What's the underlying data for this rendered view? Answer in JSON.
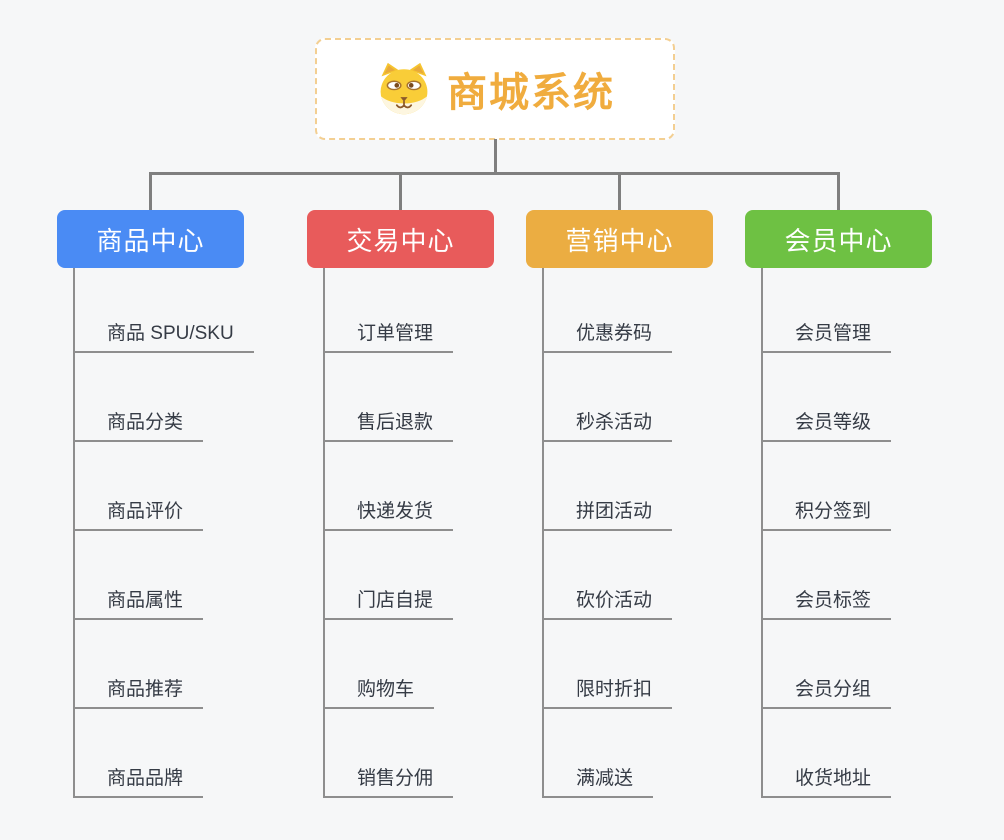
{
  "page": {
    "background_color": "#f6f7f8",
    "connector_color": "#7f7f7f",
    "line_color": "#8e8e8e"
  },
  "root": {
    "title": "商城系统",
    "icon": "dog-face-icon",
    "text_color": "#f0ac3e",
    "border_color": "#f3cf92"
  },
  "branches": [
    {
      "label": "商品中心",
      "color": "#4a8bf4",
      "children": [
        "商品 SPU/SKU",
        "商品分类",
        "商品评价",
        "商品属性",
        "商品推荐",
        "商品品牌"
      ]
    },
    {
      "label": "交易中心",
      "color": "#e85b5b",
      "children": [
        "订单管理",
        "售后退款",
        "快递发货",
        "门店自提",
        "购物车",
        "销售分佣"
      ]
    },
    {
      "label": "营销中心",
      "color": "#ebad42",
      "children": [
        "优惠券码",
        "秒杀活动",
        "拼团活动",
        "砍价活动",
        "限时折扣",
        "满减送"
      ]
    },
    {
      "label": "会员中心",
      "color": "#6ec143",
      "children": [
        "会员管理",
        "会员等级",
        "积分签到",
        "会员标签",
        "会员分组",
        "收货地址"
      ]
    }
  ]
}
